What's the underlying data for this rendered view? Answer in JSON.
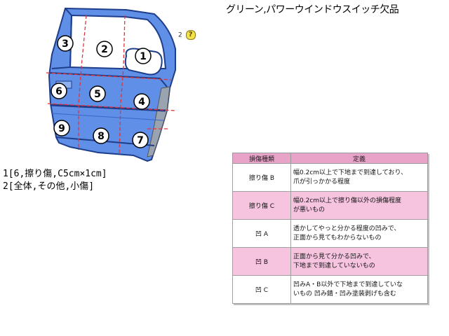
{
  "title": "グリーン,パワーウインドウスイッチ欠品",
  "question_marker": {
    "number": "2",
    "icon": "question-icon"
  },
  "diagram": {
    "icon": "car-door-diagram",
    "regions": [
      "1",
      "2",
      "3",
      "4",
      "5",
      "6",
      "7",
      "8",
      "9"
    ],
    "colors": {
      "door_fill": "#5f8fe6",
      "window": "#ffffff",
      "outline": "#1e3d8a",
      "red_line": "#e0353c"
    }
  },
  "notes": [
    "1[6,擦り傷,C5cm×1cm]",
    "2[全体,その他,小傷]"
  ],
  "legend": {
    "headers": [
      "損傷種類",
      "定義"
    ],
    "rows": [
      {
        "type": "擦り傷 B",
        "def_line1": "幅0.2cm以上で下地まで到達しており、",
        "def_line2": "爪が引っかかる程度"
      },
      {
        "type": "擦り傷 C",
        "def_line1": "幅0.2cm以上で擦り傷以外の損傷程度",
        "def_line2": "が悪いもの"
      },
      {
        "type": "凹 A",
        "def_line1": "透かしてやっと分かる程度の凹みで、",
        "def_line2": "正面から見てもわからないもの"
      },
      {
        "type": "凹 B",
        "def_line1": "正面から見て分かる凹みで、",
        "def_line2": "下地まで到達していないもの"
      },
      {
        "type": "凹 C",
        "def_line1": "凹みA・B以外で下地まで到達していな",
        "def_line2": "いもの 凹み錆・凹み塗装剥げも含む"
      }
    ],
    "colors": {
      "header": "#e8a3c8",
      "alt_row": "#f6c4df"
    }
  }
}
